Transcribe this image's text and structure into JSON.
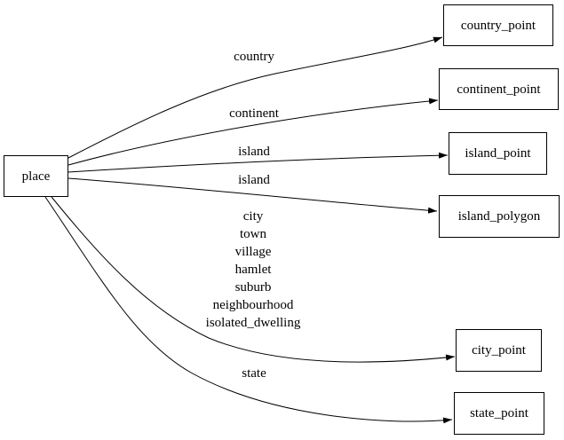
{
  "diagram": {
    "type": "directed-graph",
    "background_color": "#ffffff",
    "stroke_color": "#000000",
    "nodes": {
      "place": "place",
      "country_point": "country_point",
      "continent_point": "continent_point",
      "island_point": "island_point",
      "island_polygon": "island_polygon",
      "city_point": "city_point",
      "state_point": "state_point"
    },
    "edges": [
      {
        "from": "place",
        "to": "country_point",
        "label": "country"
      },
      {
        "from": "place",
        "to": "continent_point",
        "label": "continent"
      },
      {
        "from": "place",
        "to": "island_point",
        "label": "island"
      },
      {
        "from": "place",
        "to": "island_polygon",
        "label": "island"
      },
      {
        "from": "place",
        "to": "city_point",
        "label_lines": [
          "city",
          "town",
          "village",
          "hamlet",
          "suburb",
          "neighbourhood",
          "isolated_dwelling"
        ]
      },
      {
        "from": "place",
        "to": "state_point",
        "label": "state"
      }
    ]
  }
}
